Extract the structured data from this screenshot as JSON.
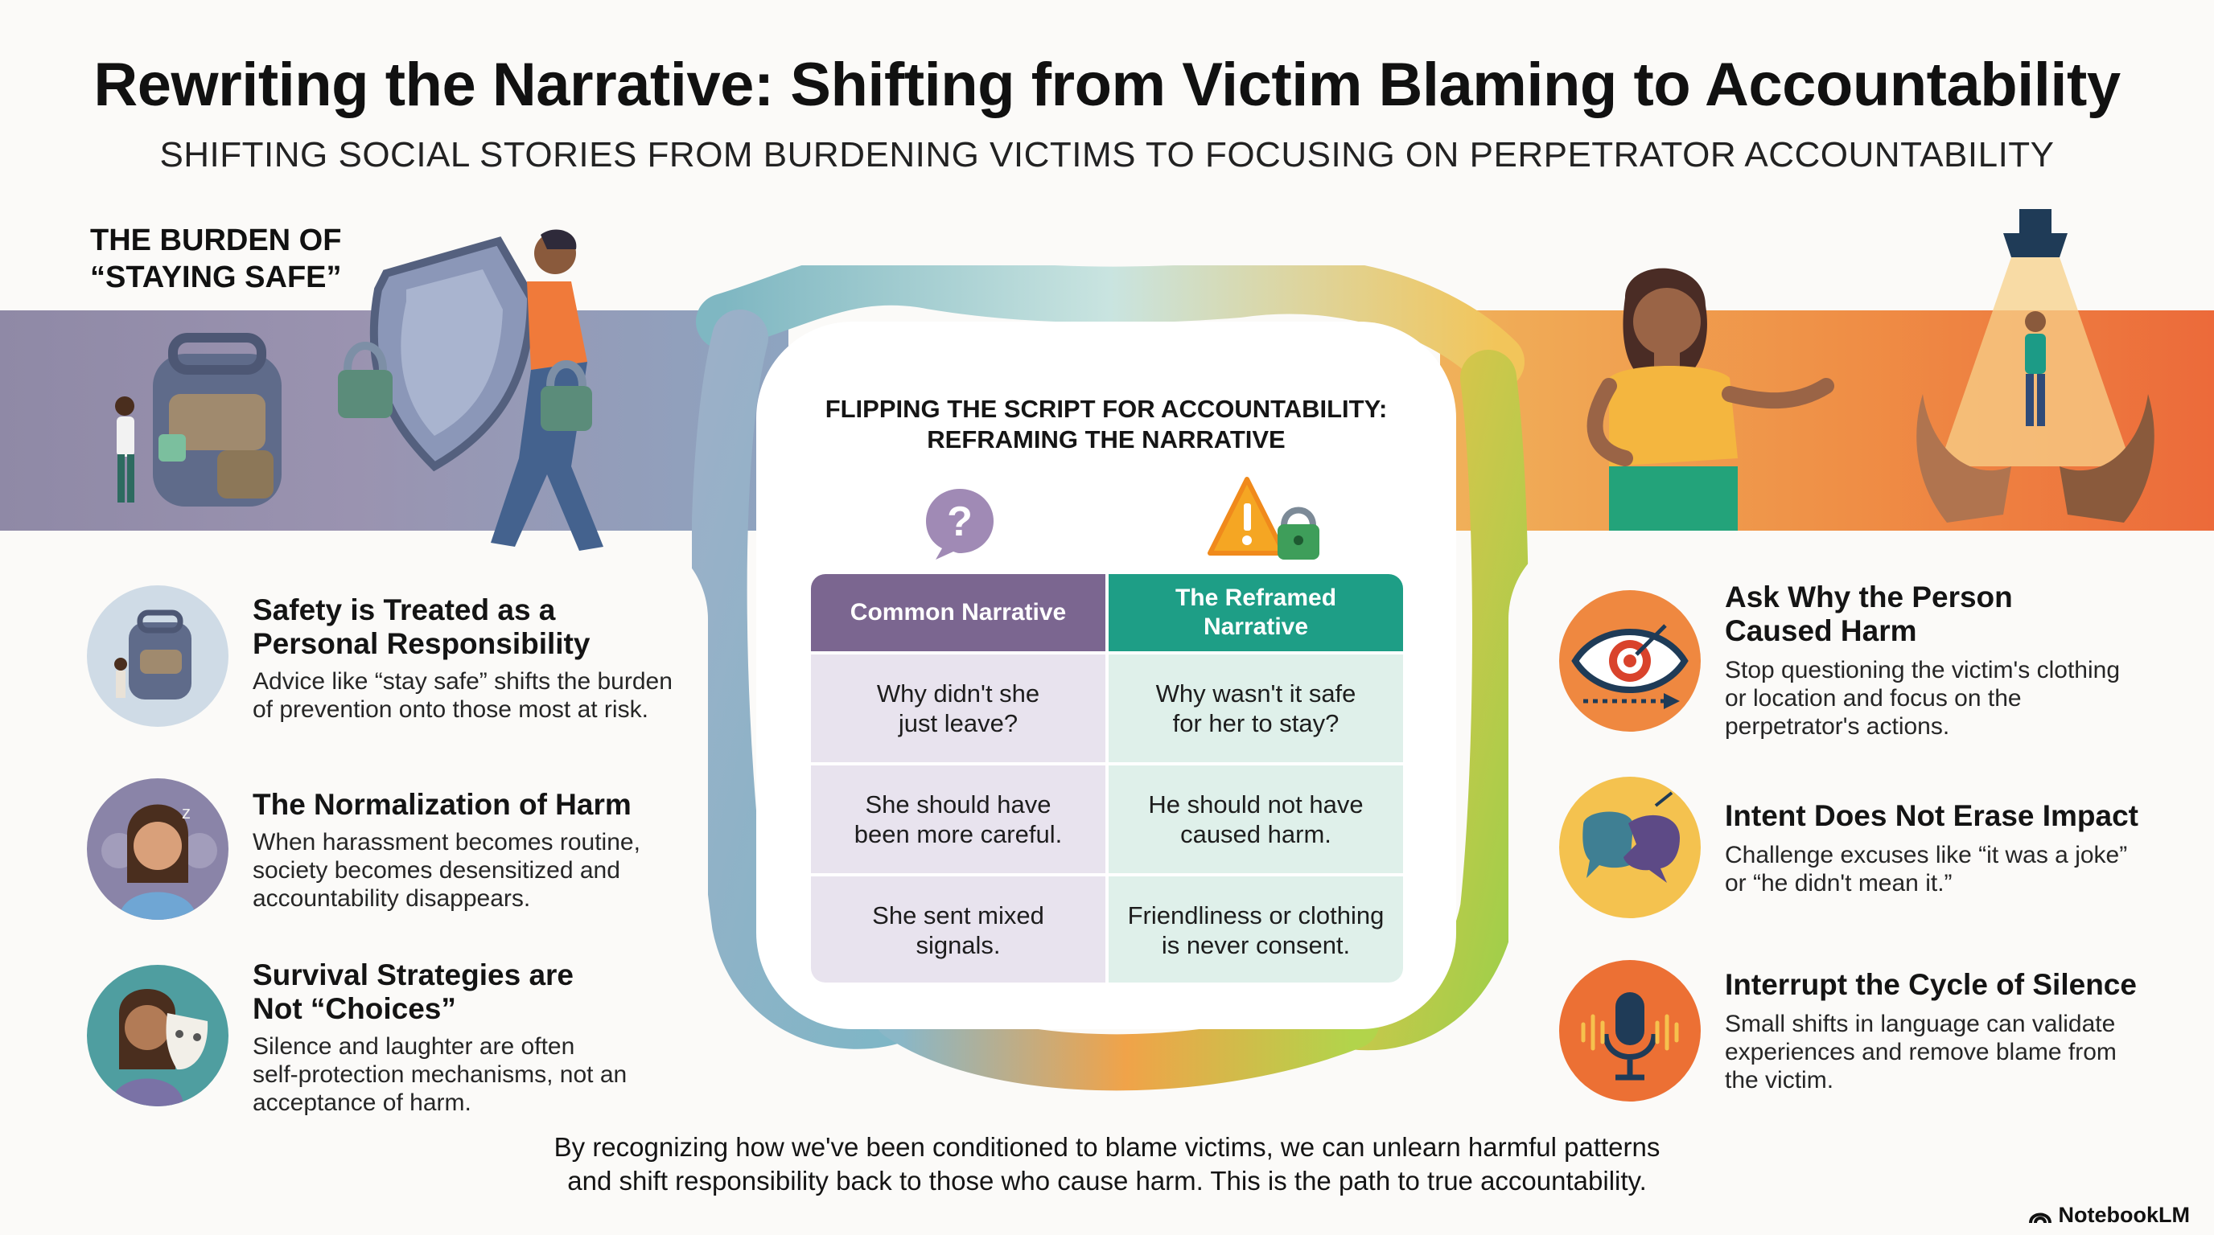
{
  "header": {
    "title": "Rewriting the Narrative: Shifting from Victim Blaming to Accountability",
    "subtitle": "SHIFTING SOCIAL STORIES FROM BURDENING VICTIMS TO FOCUSING ON PERPETRATOR ACCOUNTABILITY"
  },
  "left_section": {
    "label_line1": "THE BURDEN OF",
    "label_line2": "“STAYING SAFE”",
    "items": [
      {
        "icon": "backpack-icon",
        "title_line1": "Safety is Treated as a",
        "title_line2": "Personal Responsibility",
        "desc_line1": "Advice like “stay safe” shifts the burden",
        "desc_line2": "of prevention onto those most at risk."
      },
      {
        "icon": "sleeping-person-icon",
        "title_line1": "The Normalization of Harm",
        "desc_line1": "When harassment becomes routine,",
        "desc_line2": "society becomes desensitized and",
        "desc_line3": "accountability disappears."
      },
      {
        "icon": "mask-icon",
        "title_line1": "Survival Strategies are",
        "title_line2": "Not “Choices”",
        "desc_line1": "Silence and laughter are often",
        "desc_line2": "self-protection mechanisms, not an",
        "desc_line3": "acceptance of harm."
      }
    ]
  },
  "center": {
    "heading_line1": "FLIPPING THE SCRIPT FOR ACCOUNTABILITY:",
    "heading_line2": "REFRAMING THE NARRATIVE",
    "left_icon": "question-bubble-icon",
    "right_icon": "warning-lock-icon",
    "table": {
      "headers": [
        "Common Narrative",
        "The Reframed Narrative"
      ],
      "header_right_line1": "The Reframed",
      "header_right_line2": "Narrative",
      "rows": [
        {
          "common_line1": "Why didn't she",
          "common_line2": "just leave?",
          "reframed_line1": "Why wasn't it safe",
          "reframed_line2": "for her to stay?"
        },
        {
          "common_line1": "She should have",
          "common_line2": "been more careful.",
          "reframed_line1": "He should not have",
          "reframed_line2": "caused harm."
        },
        {
          "common_line1": "She sent mixed",
          "common_line2": "signals.",
          "reframed_line1": "Friendliness or clothing",
          "reframed_line2": "is never consent."
        }
      ]
    }
  },
  "right_section": {
    "items": [
      {
        "icon": "eye-target-icon",
        "title_line1": "Ask Why the Person",
        "title_line2": "Caused Harm",
        "desc_line1": "Stop questioning the victim's clothing",
        "desc_line2": "or location and focus on the",
        "desc_line3": "perpetrator's actions."
      },
      {
        "icon": "speech-bubbles-icon",
        "title_line1": "Intent Does Not Erase Impact",
        "desc_line1": "Challenge excuses like “it was a joke”",
        "desc_line2": "or “he didn't mean it.”"
      },
      {
        "icon": "microphone-icon",
        "title_line1": "Interrupt the Cycle of Silence",
        "desc_line1": "Small shifts in language can validate",
        "desc_line2": "experiences and remove blame from",
        "desc_line3": "the victim."
      }
    ]
  },
  "footer": {
    "line1": "By recognizing how we've been conditioned to blame victims, we can unlearn harmful patterns",
    "line2": "and shift responsibility back to those who cause harm. This is the path to true accountability."
  },
  "brand": "NotebookLM",
  "colors": {
    "common_header": "#7b6690",
    "reframed_header": "#1e9e86",
    "left_band": "#9a93b0",
    "right_band": "#ef8d45"
  }
}
